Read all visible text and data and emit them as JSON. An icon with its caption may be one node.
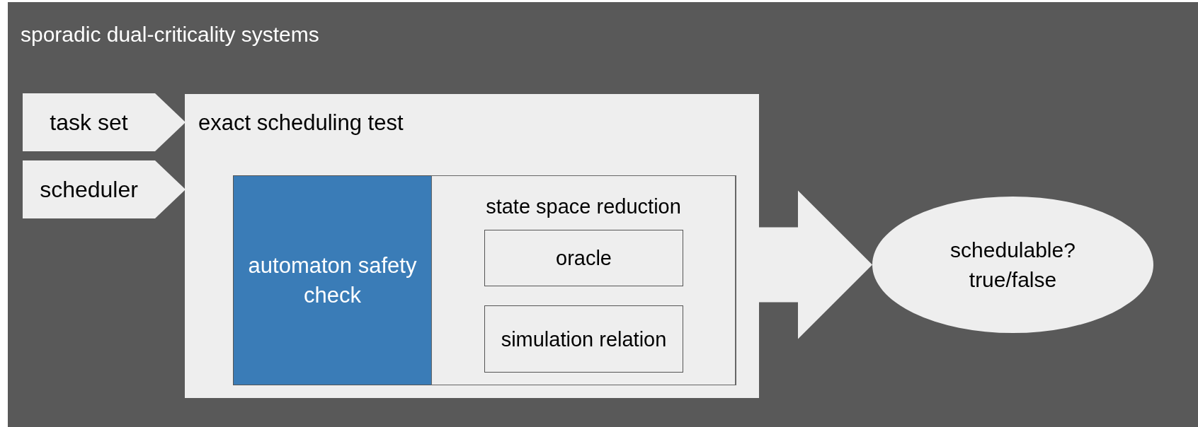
{
  "diagram": {
    "nodes": [
      {
        "text": [
          "sporadic dual-criticality systems"
        ]
      },
      {
        "text": [
          "task set"
        ],
        "in": 0
      },
      {
        "text": [
          "scheduler"
        ],
        "in": 0
      },
      {
        "text": [
          "exact scheduling test"
        ],
        "in": 0
      },
      {
        "text": [
          "automaton safety check"
        ],
        "in": 3
      },
      {
        "text": [
          "state space reduction"
        ],
        "in": 3
      },
      {
        "text": [
          "oracle"
        ],
        "in": 5
      },
      {
        "text": [
          "simulation relation"
        ],
        "in": 5
      },
      {
        "text": [
          "schedulable? true/false"
        ],
        "in": 0
      }
    ],
    "edges": [
      {
        "from": 3,
        "to": 8,
        "arrow": "to",
        "style": "thick"
      }
    ]
  }
}
